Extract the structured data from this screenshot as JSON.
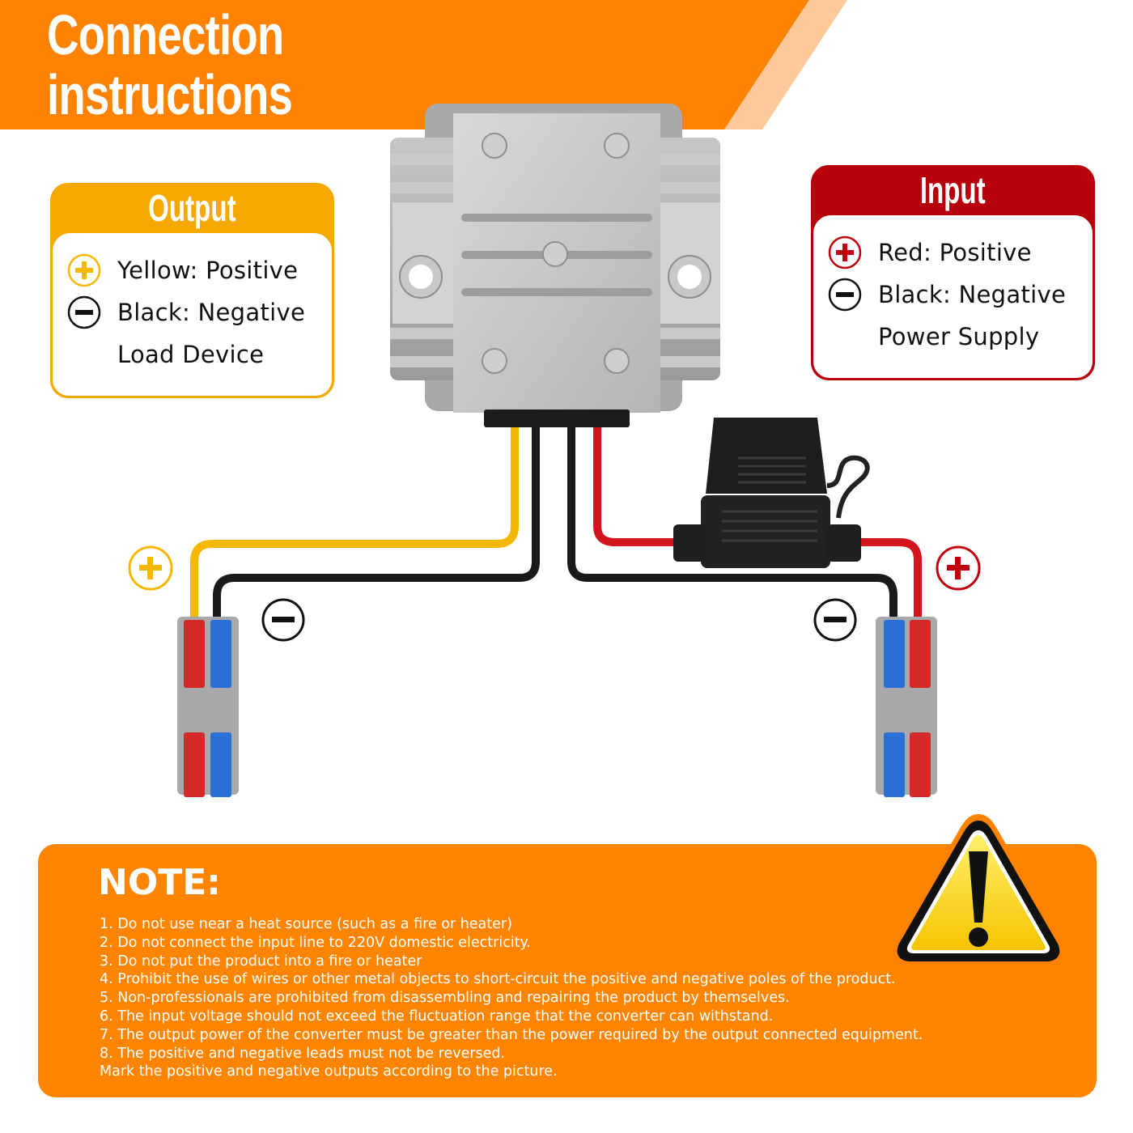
{
  "header": {
    "title_line1": "Connection",
    "title_line2": "instructions",
    "band_color": "#ff8200",
    "accent_stripe_color": "#ffc99a"
  },
  "output_card": {
    "title": "Output",
    "header_color": "#f5a800",
    "rows": [
      {
        "icon": "plus-circle-icon",
        "icon_color": "#f5b800",
        "text": "Yellow:  Positive"
      },
      {
        "icon": "minus-circle-icon",
        "icon_color": "#111111",
        "text": "Black:  Negative"
      },
      {
        "icon": null,
        "text": "Load Device"
      }
    ]
  },
  "input_card": {
    "title": "Input",
    "header_color": "#b8000a",
    "rows": [
      {
        "icon": "plus-circle-icon",
        "icon_color": "#c0000c",
        "text": "Red: Positive"
      },
      {
        "icon": "minus-circle-icon",
        "icon_color": "#111111",
        "text": "Black: Negative"
      },
      {
        "icon": null,
        "text": "Power Supply"
      }
    ]
  },
  "diagram": {
    "device": "dc-dc-converter",
    "fuse": "inline-blade-fuse-holder",
    "wire_colors": {
      "yellow": "#f5b800",
      "black": "#1a1a1a",
      "red": "#d4141c"
    },
    "connector_lever_colors": {
      "red": "#d42a2a",
      "blue": "#2a6fd6",
      "body": "#a9a9ab"
    },
    "markers": [
      {
        "name": "output-positive",
        "symbol": "+",
        "color": "#f5b800"
      },
      {
        "name": "output-negative",
        "symbol": "−",
        "color": "#111111"
      },
      {
        "name": "input-negative",
        "symbol": "−",
        "color": "#111111"
      },
      {
        "name": "input-positive",
        "symbol": "+",
        "color": "#c0000c"
      }
    ]
  },
  "note": {
    "title": "NOTE:",
    "items": [
      "1. Do not use near a heat source (such as a fire or heater)",
      "2. Do not connect the input line to 220V domestic electricity.",
      "3. Do not put the product into a fire or heater",
      "4. Prohibit the use of wires or other metal objects to short-circuit the positive and negative poles of the product.",
      "5. Non-professionals are prohibited from disassembling and repairing the product by themselves.",
      "6. The input voltage should not exceed the fluctuation range that the converter can withstand.",
      "7. The output power of the converter must be greater than the power required by the output connected equipment.",
      "8. The positive and negative leads must not be reversed.",
      "Mark the positive and negative outputs according to the picture."
    ],
    "panel_color": "#ff8500",
    "warning_icon": "warning-triangle-icon"
  }
}
